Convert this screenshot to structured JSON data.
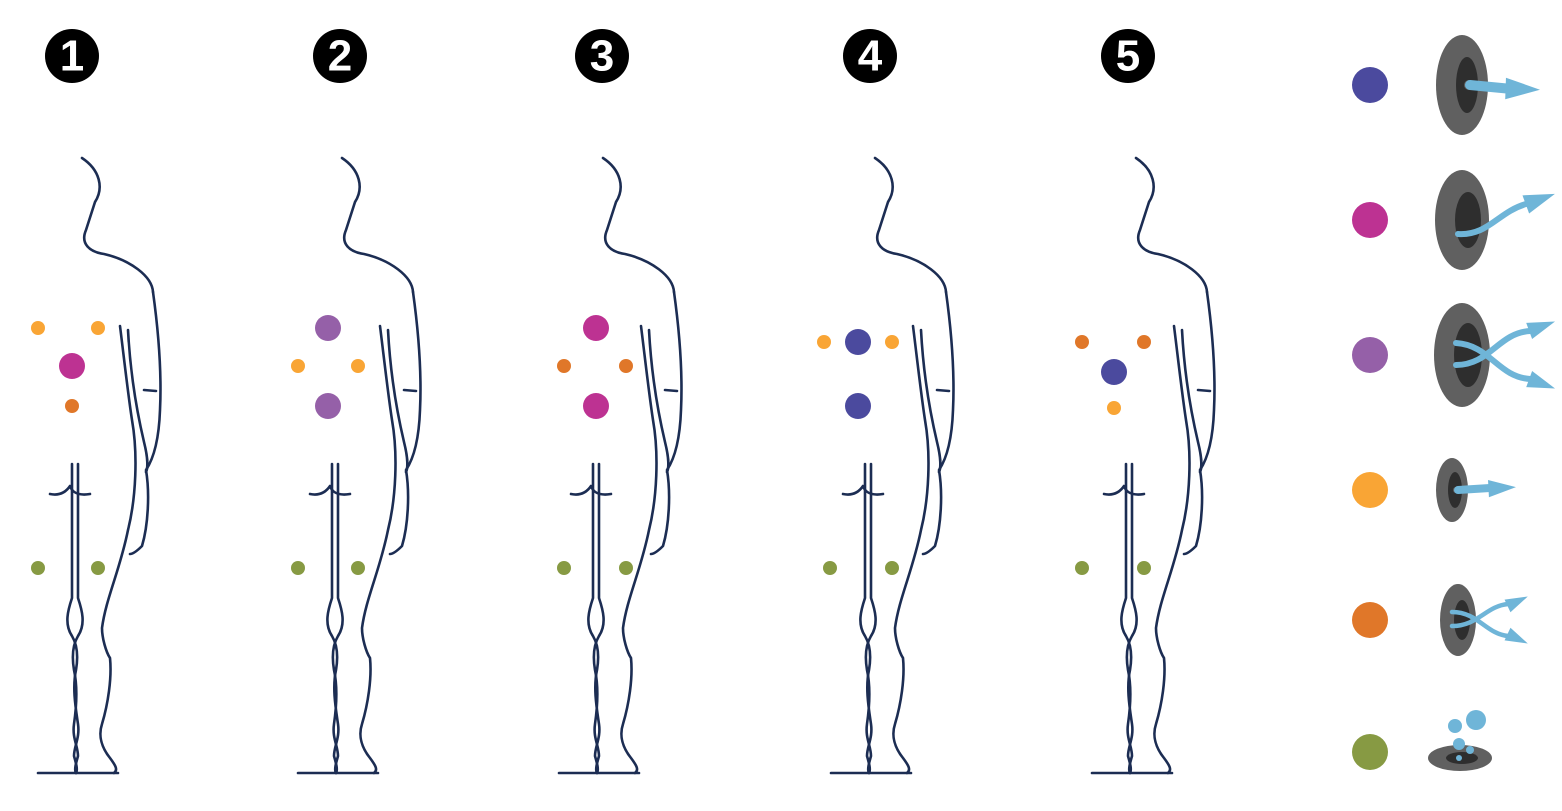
{
  "colors": {
    "outline": "#1c2d53",
    "badge": "#000000",
    "navy": "#4b4a9e",
    "magenta": "#bd3292",
    "purple": "#9560a8",
    "yellow": "#f9a535",
    "orange": "#e07729",
    "olive": "#879a43",
    "disc_outer": "#606060",
    "disc_inner": "#2e2e2e",
    "arrow": "#6fb5d8"
  },
  "panels": [
    {
      "label": "1",
      "marks": [
        "yellow",
        "yellow",
        "magenta",
        "orange",
        "olive",
        "olive"
      ]
    },
    {
      "label": "2",
      "marks": [
        "purple",
        "yellow",
        "yellow",
        "purple",
        "olive",
        "olive"
      ]
    },
    {
      "label": "3",
      "marks": [
        "magenta",
        "orange",
        "orange",
        "magenta",
        "olive",
        "olive"
      ]
    },
    {
      "label": "4",
      "marks": [
        "yellow",
        "navy",
        "yellow",
        "navy",
        "olive",
        "olive"
      ]
    },
    {
      "label": "5",
      "marks": [
        "orange",
        "orange",
        "navy",
        "yellow",
        "olive",
        "olive"
      ]
    }
  ],
  "legend": [
    {
      "color": "navy",
      "icon": "large-disc-straight-arrow-icon"
    },
    {
      "color": "magenta",
      "icon": "large-disc-curved-arrow-icon"
    },
    {
      "color": "purple",
      "icon": "large-disc-crossing-arrows-icon"
    },
    {
      "color": "yellow",
      "icon": "small-disc-straight-arrow-icon"
    },
    {
      "color": "orange",
      "icon": "small-disc-crossing-arrows-icon"
    },
    {
      "color": "olive",
      "icon": "disc-bubbles-icon"
    }
  ]
}
